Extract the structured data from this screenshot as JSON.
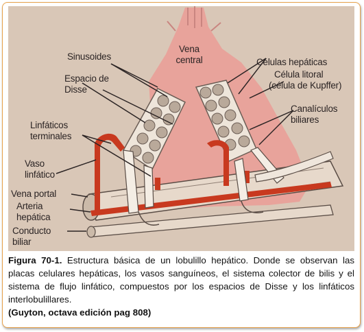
{
  "diagram": {
    "labels": {
      "sinusoides": "Sinusoides",
      "espacio_line1": "Espacio de",
      "espacio_line2": "Disse",
      "vena_central_line1": "Vena",
      "vena_central_line2": "central",
      "celulas_hepaticas": "Células hepáticas",
      "celula_litoral_line1": "Célula litoral",
      "celula_litoral_line2": "(célula de Kupffer)",
      "linfaticos_terminales_line1": "Linfáticos",
      "linfaticos_terminales_line2": "terminales",
      "canaliculos_line1": "Canalículos",
      "canaliculos_line2": "biliares",
      "vaso_linfatico_line1": "Vaso",
      "vaso_linfatico_line2": "linfático",
      "vena_portal": "Vena portal",
      "arteria_line1": "Arteria",
      "arteria_line2": "hepática",
      "conducto_line1": "Conducto",
      "conducto_line2": "biliar"
    },
    "colors": {
      "background": "#d9c7b7",
      "lobule_pink": "#e8a39b",
      "vessel_red": "#c8391f",
      "cell_plate": "#eee5da",
      "ink": "#2b2424",
      "frame_border": "#e7a14a"
    }
  },
  "caption": {
    "figure_label": "Figura 70-1.",
    "text": "Estructura básica de un lobulillo hepático. Donde se observan las placas celulares hepáticas, los vasos sanguíneos, el sistema colector de bilis y el sistema de flujo linfático, compuestos por los espacios de Disse y los linfáticos interlobulillares.",
    "source": "(Guyton, octava edición pag 808)"
  }
}
